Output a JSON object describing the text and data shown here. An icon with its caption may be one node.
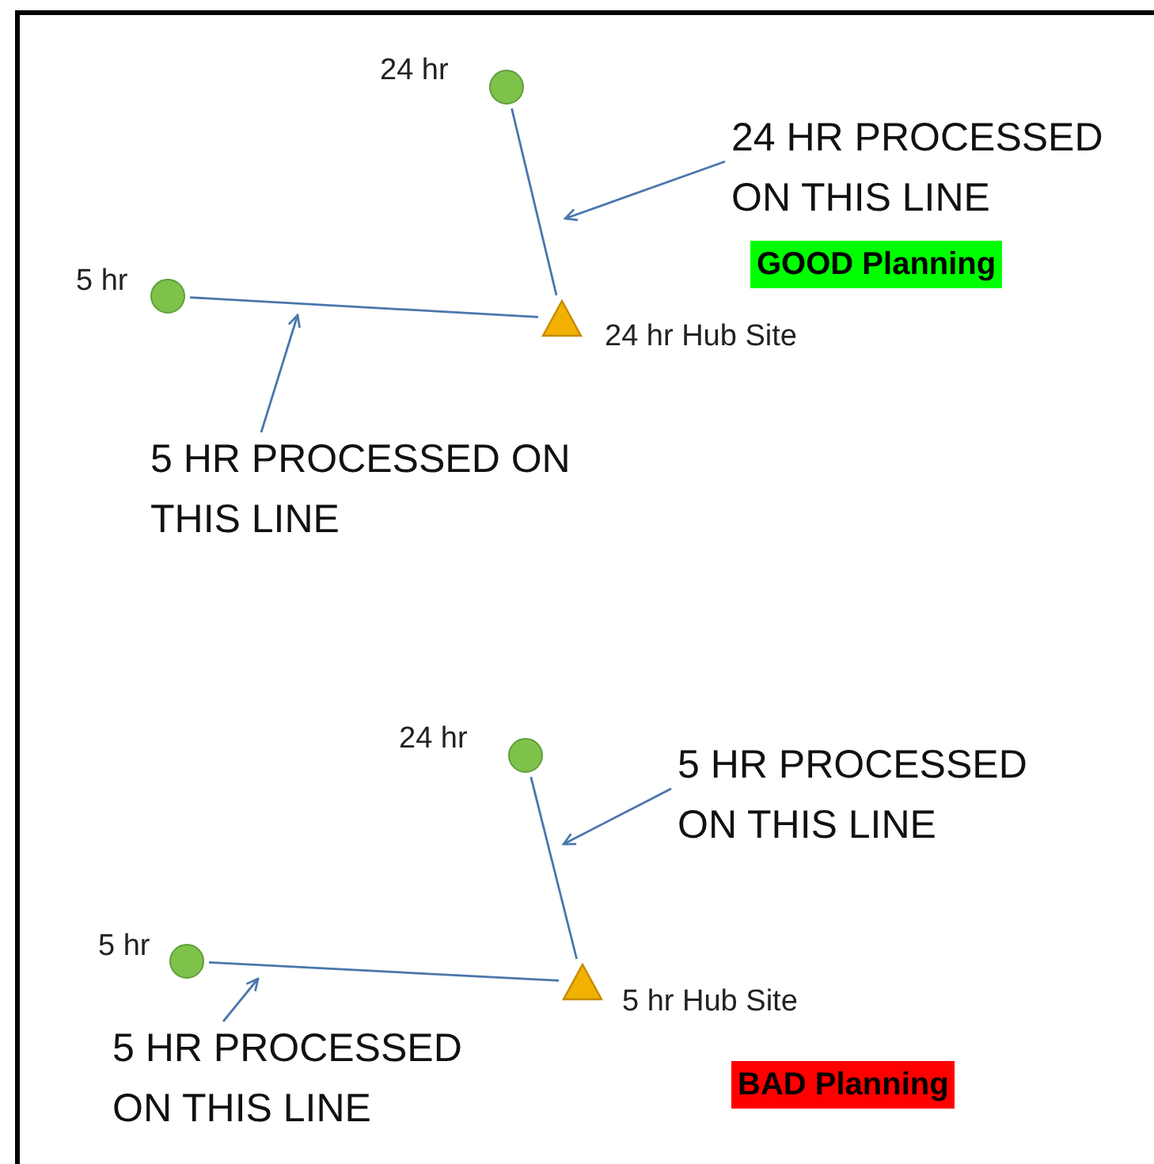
{
  "diagram": {
    "nodes": [
      {
        "text": [],
        "shape": "circle",
        "beside": [
          "24 hr"
        ]
      },
      {
        "text": [
          "24 HR PROCESSED ON THIS LINE"
        ]
      },
      {
        "text": [
          "GOOD Planning"
        ]
      },
      {
        "text": [],
        "shape": "circle",
        "beside": [
          "5 hr"
        ]
      },
      {
        "text": [],
        "shape": "triangle",
        "beside": [
          "24 hr Hub Site"
        ]
      },
      {
        "text": [
          "5 HR PROCESSED ON THIS LINE"
        ]
      },
      {
        "text": [],
        "shape": "circle",
        "beside": [
          "24 hr"
        ]
      },
      {
        "text": [
          "5 HR PROCESSED ON THIS LINE"
        ]
      },
      {
        "text": [],
        "shape": "circle",
        "beside": [
          "5 hr"
        ]
      },
      {
        "text": [],
        "shape": "triangle",
        "beside": [
          "5 hr Hub Site"
        ]
      },
      {
        "text": [
          "5 HR PROCESSED ON THIS LINE"
        ]
      },
      {
        "text": [
          "BAD Planning"
        ]
      }
    ],
    "edges": [
      {
        "from": 0,
        "to": 4,
        "arrow": "none"
      },
      {
        "from": 3,
        "to": 4,
        "arrow": "none"
      },
      {
        "from": 1,
        "to": null,
        "arrow": "to"
      },
      {
        "from": 5,
        "to": null,
        "arrow": "to"
      },
      {
        "from": 6,
        "to": 9,
        "arrow": "none"
      },
      {
        "from": 8,
        "to": 9,
        "arrow": "none"
      },
      {
        "from": 7,
        "to": null,
        "arrow": "to"
      },
      {
        "from": 10,
        "to": null,
        "arrow": "to"
      }
    ]
  }
}
